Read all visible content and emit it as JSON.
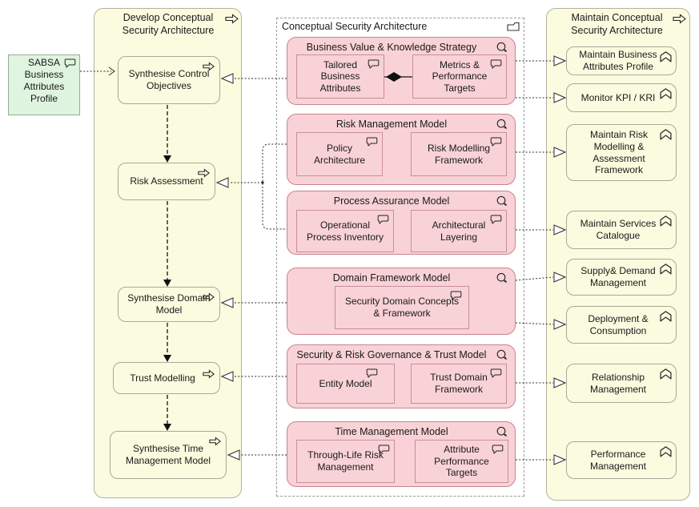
{
  "source": {
    "label": "SABSA Business Attributes Profile"
  },
  "left_column": {
    "title": "Develop Conceptual Security Architecture",
    "items": [
      {
        "label": "Synthesise Control Objectives"
      },
      {
        "label": "Risk Assessment"
      },
      {
        "label": "Synthesise Domain Model"
      },
      {
        "label": "Trust Modelling"
      },
      {
        "label": "Synthesise Time Management Model"
      }
    ]
  },
  "middle_group": {
    "title": "Conceptual Security Architecture",
    "models": [
      {
        "title": "Business Value & Knowledge Strategy",
        "children": [
          {
            "label": "Tailored Business Attributes"
          },
          {
            "label": "Metrics & Performance Targets"
          }
        ]
      },
      {
        "title": "Risk Management Model",
        "children": [
          {
            "label": "Policy Architecture"
          },
          {
            "label": "Risk Modelling Framework"
          }
        ]
      },
      {
        "title": "Process Assurance Model",
        "children": [
          {
            "label": "Operational Process Inventory"
          },
          {
            "label": "Architectural Layering"
          }
        ]
      },
      {
        "title": "Domain Framework Model",
        "children": [
          {
            "label": "Security Domain Concepts & Framework"
          }
        ]
      },
      {
        "title": "Security & Risk Governance & Trust Model",
        "children": [
          {
            "label": "Entity Model"
          },
          {
            "label": "Trust Domain Framework"
          }
        ]
      },
      {
        "title": "Time Management Model",
        "children": [
          {
            "label": "Through-Life Risk Management"
          },
          {
            "label": "Attribute Performance Targets"
          }
        ]
      }
    ]
  },
  "right_column": {
    "title": "Maintain Conceptual Security Architecture",
    "items": [
      {
        "label": "Maintain Business Attributes Profile"
      },
      {
        "label": "Monitor KPI / KRI"
      },
      {
        "label": "Maintain Risk Modelling & Assessment Framework"
      },
      {
        "label": "Maintain Services Catalogue"
      },
      {
        "label": "Supply& Demand Management"
      },
      {
        "label": "Deployment & Consumption"
      },
      {
        "label": "Relationship Management"
      },
      {
        "label": "Performance Management"
      }
    ]
  },
  "colors": {
    "process_fill": "#FBFBDF",
    "model_fill": "#F8D2D6",
    "model_border": "#C9848E",
    "source_fill": "#DFF5DF",
    "connector": "#2b2b2b"
  }
}
